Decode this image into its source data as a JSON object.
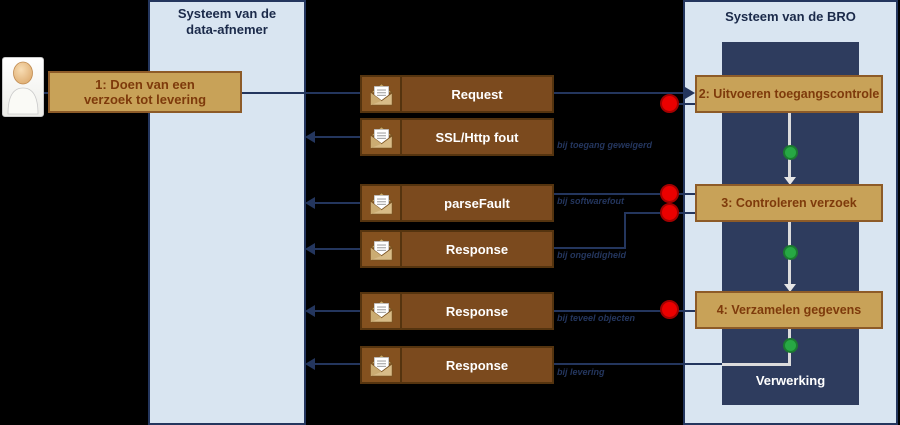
{
  "lanes": {
    "consumer": {
      "title": "Systeem van de\ndata-afnemer"
    },
    "bro": {
      "title": "Systeem van de BRO",
      "processing_label": "Verwerking"
    }
  },
  "steps": [
    {
      "label": "1: Doen van een\nverzoek tot levering"
    },
    {
      "label": "2: Uitvoeren toegangscontrole"
    },
    {
      "label": "3: Controleren verzoek"
    },
    {
      "label": "4: Verzamelen gegevens"
    }
  ],
  "messages": [
    {
      "label": "Request",
      "note": ""
    },
    {
      "label": "SSL/Http fout",
      "note": "bij toegang geweigerd"
    },
    {
      "label": "parseFault",
      "note": "bij softwarefout"
    },
    {
      "label": "Response",
      "note": "bij ongeldigheid"
    },
    {
      "label": "Response",
      "note": "bij teveel objecten"
    },
    {
      "label": "Response",
      "note": "bij levering"
    }
  ],
  "icons": {
    "actor": "person-icon",
    "message": "open-envelope-icon",
    "error_marker": "red-dot",
    "ok_marker": "green-dot"
  },
  "colors": {
    "background": "#000000",
    "lane_fill": "#D9E5F1",
    "lane_border": "#24365E",
    "inner_region_fill": "#2E3C5E",
    "step_fill": "#C8A258",
    "step_border": "#8D5B28",
    "step_text": "#7E3A0B",
    "message_fill": "#7B4A1E",
    "message_border": "#55340F",
    "message_text": "#FFFFFF",
    "note_text": "#24365E",
    "error_dot": "#EB0000",
    "ok_dot": "#27A844",
    "flow_line": "#24365E",
    "inner_flow_line": "#DCDCDC"
  }
}
